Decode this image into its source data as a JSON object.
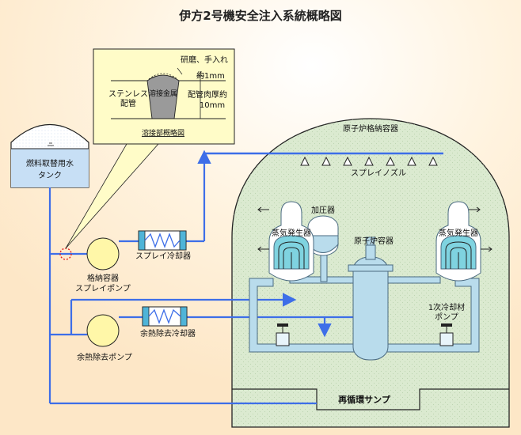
{
  "title": "伊方2号機安全注入系統概略図",
  "inset": {
    "polish_label": "研磨、手入れ",
    "dim_top": "約1mm",
    "wall_label_1": "配管肉厚約",
    "wall_label_2": "10mm",
    "pipe_label_1": "ステンレス",
    "pipe_label_2": "配管",
    "weld_metal": "溶接金属",
    "caption": "溶接部概略図"
  },
  "tank": {
    "line1": "燃料取替用水",
    "line2": "タンク"
  },
  "containment": {
    "label": "原子炉格納容器",
    "spray_nozzle": "スプレイノズル",
    "pressurizer": "加圧器",
    "reactor_vessel": "原子炉容器",
    "sg_left": "蒸気発生器",
    "sg_right": "蒸気発生器",
    "rcp_1": "1次冷却材",
    "rcp_2": "ポンプ",
    "sump": "再循環サンプ"
  },
  "equipment": {
    "spray_pump_1": "格納容器",
    "spray_pump_2": "スプレイポンプ",
    "spray_cooler": "スプレイ冷却器",
    "rhr_cooler": "余熱除去冷却器",
    "rhr_pump": "余熱除去ポンプ"
  },
  "colors": {
    "background": "#fff6e8",
    "containment": "#dbead0",
    "pipe": "#3d6ee8",
    "loop_fill": "#b9dcec",
    "loop_stroke": "#4a6a80",
    "pump": "#fff7a8",
    "inset_bg": "#fffcc8",
    "weld": "#9a9a9a"
  }
}
